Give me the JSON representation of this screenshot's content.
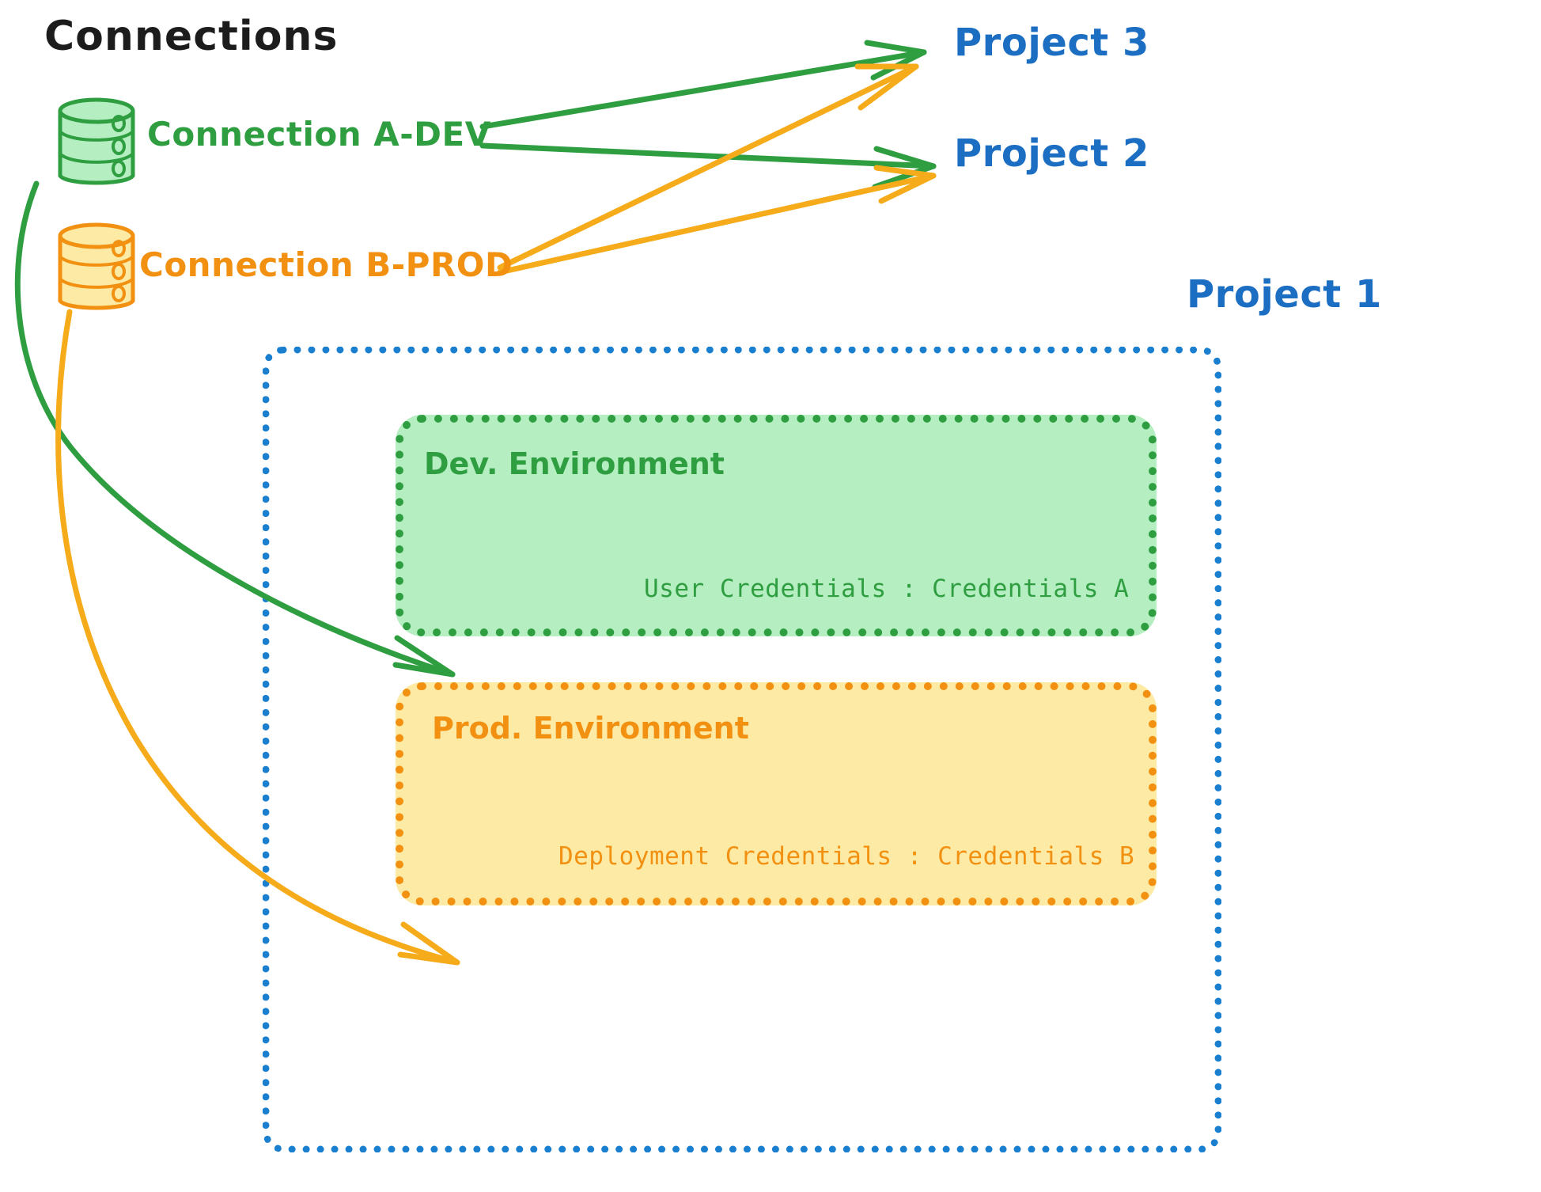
{
  "diagram": {
    "title": "Connections",
    "title_color": "#1c1c1c"
  },
  "colors": {
    "green_stroke": "#2f9e41",
    "green_fill": "#b4eec1",
    "orange_stroke": "#f29111",
    "orange_fill": "#fdeaa4",
    "blue_stroke": "#1b7fd0",
    "blue_text": "#1b6ec2",
    "arrow_green": "#2f9e41",
    "arrow_orange": "#f5ab1a"
  },
  "connections": [
    {
      "id": "connection-a-dev",
      "label": "Connection A-DEV",
      "color": "#2f9e41",
      "icon": "database-cylinder-icon"
    },
    {
      "id": "connection-b-prod",
      "label": "Connection B-PROD",
      "color": "#f29111",
      "icon": "database-cylinder-icon"
    }
  ],
  "projects": [
    {
      "id": "project-3",
      "label": "Project 3"
    },
    {
      "id": "project-2",
      "label": "Project 2"
    },
    {
      "id": "project-1",
      "label": "Project 1"
    }
  ],
  "project1": {
    "label": "Project 1",
    "environments": [
      {
        "id": "dev-environment",
        "title": "Dev. Environment",
        "credentials": "User Credentials : Credentials A",
        "color": "#2f9e41",
        "fill": "#b4eec1"
      },
      {
        "id": "prod-environment",
        "title": "Prod. Environment",
        "credentials": "Deployment Credentials : Credentials B",
        "color": "#f29111",
        "fill": "#fdeaa4"
      }
    ]
  },
  "edges": [
    {
      "from": "connection-a-dev",
      "to": "project-3",
      "color": "#2f9e41"
    },
    {
      "from": "connection-a-dev",
      "to": "project-2",
      "color": "#2f9e41"
    },
    {
      "from": "connection-a-dev",
      "to": "dev-environment",
      "color": "#2f9e41"
    },
    {
      "from": "connection-b-prod",
      "to": "project-3",
      "color": "#f5ab1a"
    },
    {
      "from": "connection-b-prod",
      "to": "project-2",
      "color": "#f5ab1a"
    },
    {
      "from": "connection-b-prod",
      "to": "prod-environment",
      "color": "#f5ab1a"
    }
  ]
}
